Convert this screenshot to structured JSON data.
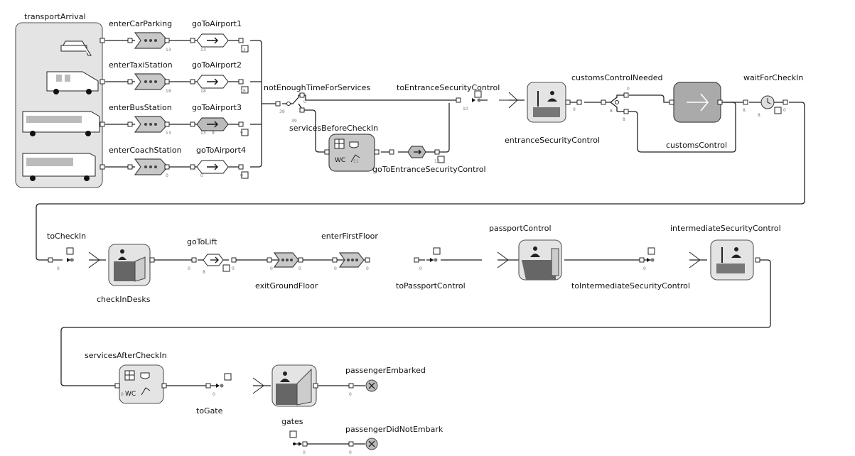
{
  "blocks": {
    "transportArrival": "transportArrival",
    "enterCarParking": "enterCarParking",
    "enterTaxiStation": "enterTaxiStation",
    "enterBusStation": "enterBusStation",
    "enterCoachStation": "enterCoachStation",
    "goToAirport1": "goToAirport1",
    "goToAirport2": "goToAirport2",
    "goToAirport3": "goToAirport3",
    "goToAirport4": "goToAirport4",
    "notEnoughTimeForServices": "notEnoughTimeForServices",
    "servicesBeforeCheckIn": "servicesBeforeCheckIn",
    "goToEntranceSecurityControl": "goToEntranceSecurityControl",
    "toEntranceSecurityControl": "toEntranceSecurityControl",
    "entranceSecurityControl": "entranceSecurityControl",
    "customsControlNeeded": "customsControlNeeded",
    "customsControl": "customsControl",
    "waitForCheckIn": "waitForCheckIn",
    "toCheckIn": "toCheckIn",
    "checkInDesks": "checkInDesks",
    "goToLift": "goToLift",
    "exitGroundFloor": "exitGroundFloor",
    "enterFirstFloor": "enterFirstFloor",
    "toPassportControl": "toPassportControl",
    "passportControl": "passportControl",
    "toIntermediateSecurityControl": "toIntermediateSecurityControl",
    "intermediateSecurityControl": "intermediateSecurityControl",
    "servicesAfterCheckIn": "servicesAfterCheckIn",
    "toGate": "toGate",
    "gates": "gates",
    "passengerEmbarked": "passengerEmbarked",
    "passengerDidNotEmbark": "passengerDidNotEmbark"
  },
  "icons": {
    "source": "transport-source-icon",
    "queue": "queue-icon",
    "delay": "delay-arrow-icon",
    "select": "select-output-switch-icon",
    "security": "security-officer-icon",
    "services": "services-icon",
    "wait": "clock-icon",
    "sink": "sink-x-icon"
  },
  "colors": {
    "block_fill": "#c8c8c8",
    "panel_fill": "#e4e4e4",
    "wire": "#222222"
  }
}
